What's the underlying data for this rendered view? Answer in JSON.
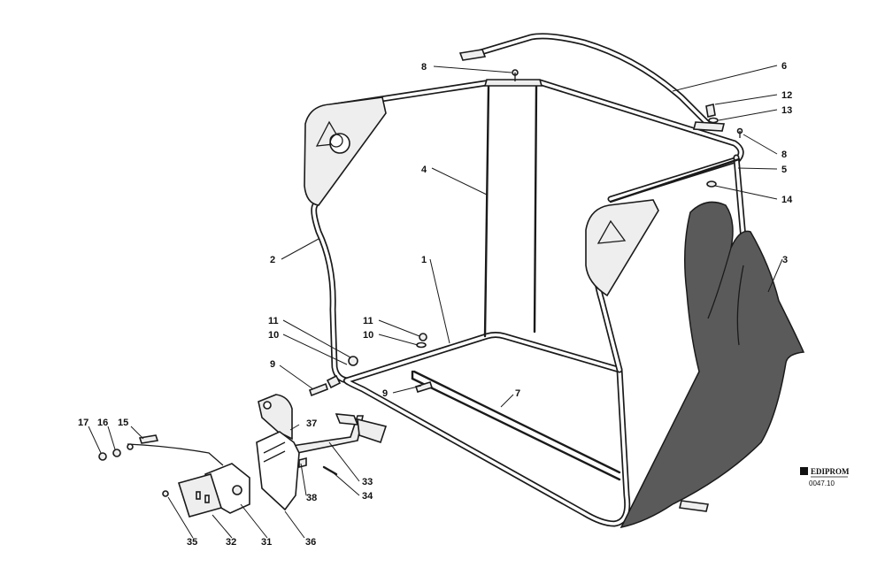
{
  "diagram": {
    "callouts": [
      {
        "id": "c1",
        "label": "1"
      },
      {
        "id": "c2",
        "label": "2"
      },
      {
        "id": "c3",
        "label": "3"
      },
      {
        "id": "c4",
        "label": "4"
      },
      {
        "id": "c5",
        "label": "5"
      },
      {
        "id": "c6",
        "label": "6"
      },
      {
        "id": "c7",
        "label": "7"
      },
      {
        "id": "c8a",
        "label": "8"
      },
      {
        "id": "c8b",
        "label": "8"
      },
      {
        "id": "c9a",
        "label": "9"
      },
      {
        "id": "c9b",
        "label": "9"
      },
      {
        "id": "c10a",
        "label": "10"
      },
      {
        "id": "c10b",
        "label": "10"
      },
      {
        "id": "c11a",
        "label": "11"
      },
      {
        "id": "c11b",
        "label": "11"
      },
      {
        "id": "c12",
        "label": "12"
      },
      {
        "id": "c13",
        "label": "13"
      },
      {
        "id": "c14",
        "label": "14"
      },
      {
        "id": "c15",
        "label": "15"
      },
      {
        "id": "c16",
        "label": "16"
      },
      {
        "id": "c17",
        "label": "17"
      },
      {
        "id": "c31",
        "label": "31"
      },
      {
        "id": "c32",
        "label": "32"
      },
      {
        "id": "c33",
        "label": "33"
      },
      {
        "id": "c34",
        "label": "34"
      },
      {
        "id": "c35",
        "label": "35"
      },
      {
        "id": "c36",
        "label": "36"
      },
      {
        "id": "c37",
        "label": "37"
      },
      {
        "id": "c38",
        "label": "38"
      }
    ],
    "logo": {
      "name": "EDIPROM"
    },
    "drawing_code": "0047.10"
  }
}
